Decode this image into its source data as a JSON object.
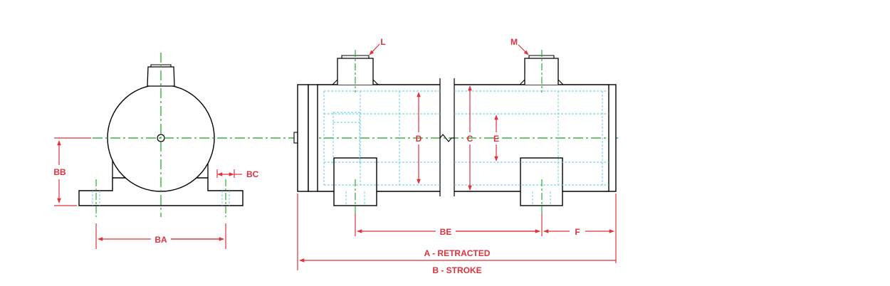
{
  "colors": {
    "outline": "#000000",
    "centerline": "#1aa31a",
    "dimension": "#e0313f",
    "hidden": "#5cc8e6",
    "background": "#ffffff"
  },
  "labels": {
    "L": "L",
    "M": "M",
    "BB": "BB",
    "BC": "BC",
    "BA": "BA",
    "D": "D",
    "C": "C",
    "E": "E",
    "BE": "BE",
    "F": "F",
    "A": "A - RETRACTED",
    "B": "B - STROKE"
  }
}
